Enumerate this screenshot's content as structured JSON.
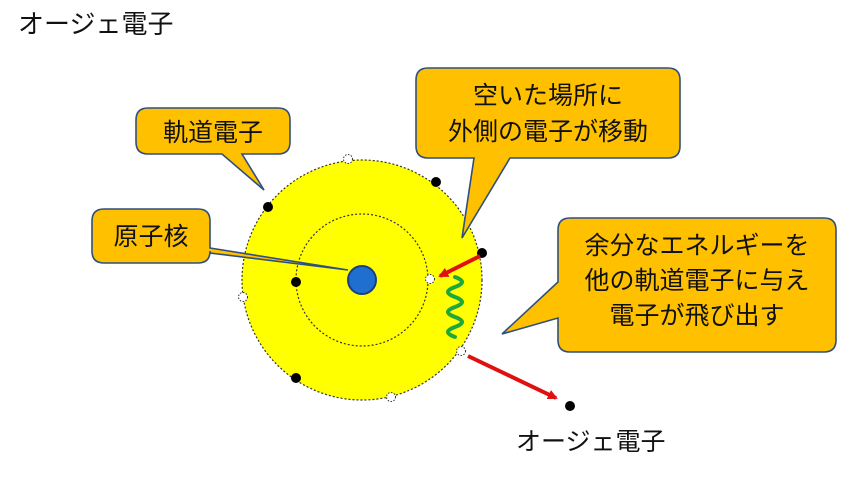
{
  "title": "オージェ電子",
  "labels": {
    "orbital_electron": "軌道電子",
    "nucleus": "原子核",
    "vacancy_filled": [
      "空いた場所に",
      "外側の電子が移動"
    ],
    "energy_transfer": [
      "余分なエネルギーを",
      "他の軌道電子に与え",
      "電子が飛び出す"
    ],
    "auger_electron": "オージェ電子"
  },
  "colors": {
    "callout_fill": "#FFC000",
    "callout_stroke": "#2F4F7F",
    "atom_fill": "#FFFF00",
    "nucleus": "#1F6FD0",
    "arrow": "#E01010",
    "wave": "#1EA83C",
    "electron": "#000000",
    "vacancy": "#FFFFFF"
  },
  "icons": [
    "electron-dot",
    "vacancy-circle",
    "red-arrow",
    "green-wave"
  ]
}
